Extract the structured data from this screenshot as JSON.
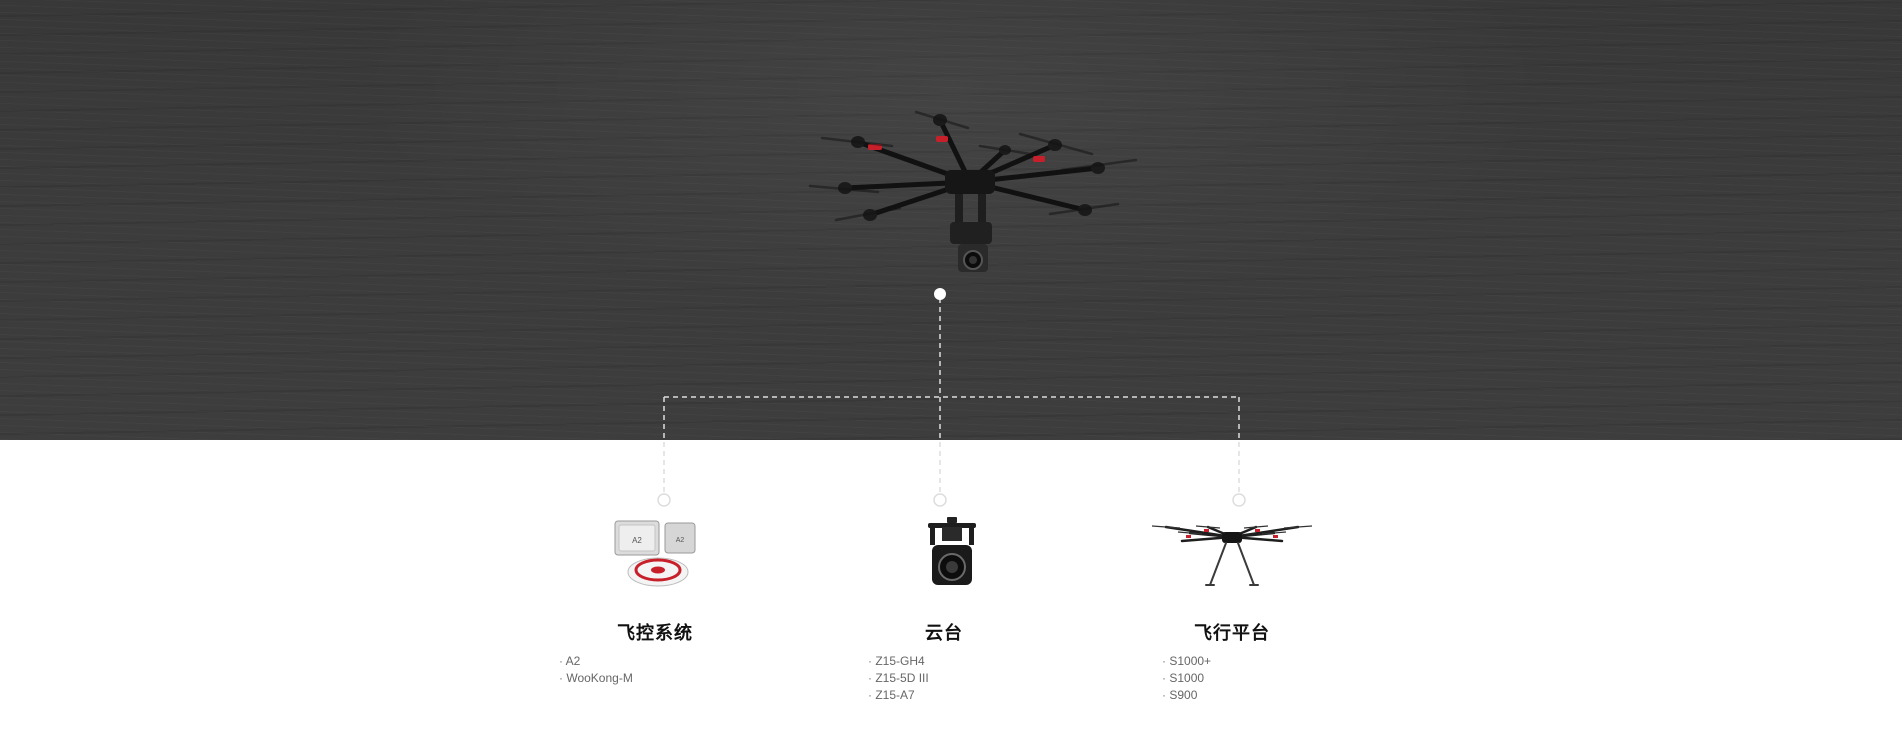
{
  "hero": {
    "image": "spreading-wings-octocopter-with-camera-gimbal",
    "background_color": "#3a3a3a"
  },
  "colors": {
    "connector_line": "#dddddd",
    "node_fill": "#ffffff",
    "title_text": "#111111",
    "list_text": "#666666",
    "accent_red": "#c8202a"
  },
  "products": [
    {
      "image": "flight-controller-icon",
      "title": "飞控系统",
      "items": [
        "A2",
        "WooKong-M"
      ]
    },
    {
      "image": "camera-gimbal-icon",
      "title": "云台",
      "items": [
        "Z15-GH4",
        "Z15-5D III",
        "Z15-A7"
      ]
    },
    {
      "image": "octocopter-frame-icon",
      "title": "飞行平台",
      "items": [
        "S1000+",
        "S1000",
        "S900"
      ]
    }
  ]
}
